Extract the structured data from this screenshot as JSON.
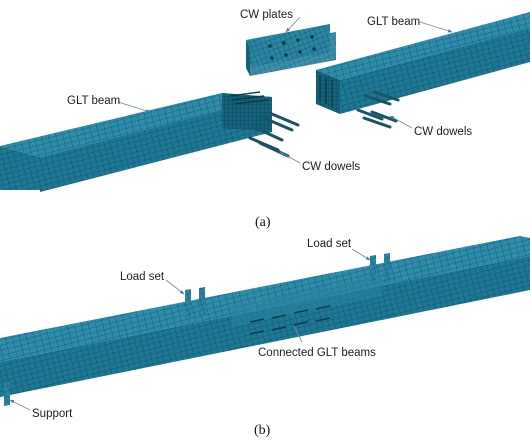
{
  "panel_a": {
    "caption": "(a)",
    "labels": {
      "cw_plates": "CW plates",
      "glt_beam_right": "GLT beam",
      "glt_beam_left": "GLT beam",
      "cw_dowels_left": "CW dowels",
      "cw_dowels_right": "CW dowels"
    }
  },
  "panel_b": {
    "caption": "(b)",
    "labels": {
      "load_set_left": "Load set",
      "load_set_right": "Load set",
      "connected_beams": "Connected GLT beams",
      "support": "Support"
    }
  },
  "colors": {
    "mesh_top": "#2e8dab",
    "mesh_side": "#1c7893",
    "mesh_end": "#14637a",
    "mesh_line": "#0b3a49",
    "dowel": "#1a5363",
    "leader": "#6f8fb5",
    "arrow_head": "#4b76a8"
  }
}
